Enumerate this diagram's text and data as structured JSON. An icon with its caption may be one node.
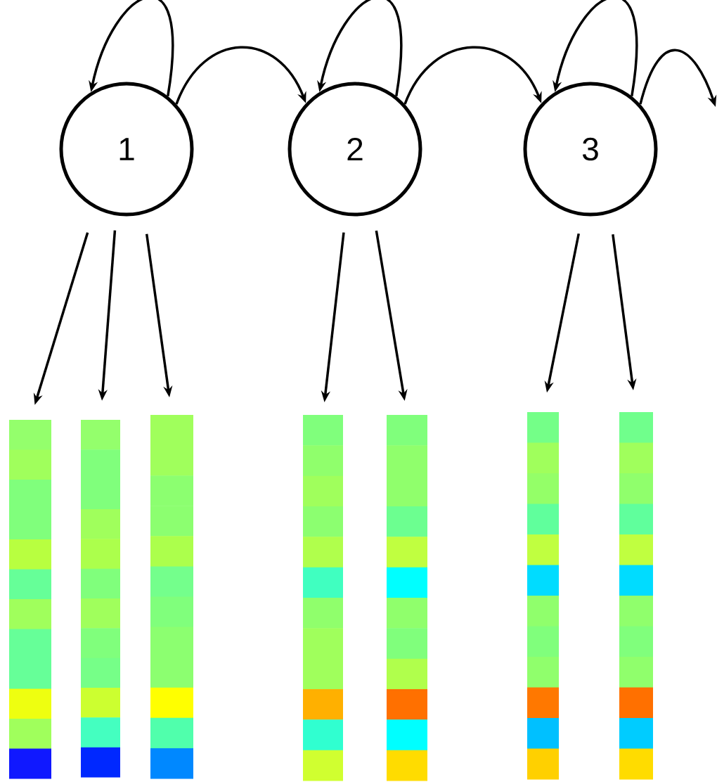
{
  "diagram": {
    "nodes": [
      {
        "text": [
          "1"
        ]
      },
      {
        "text": [
          "2"
        ]
      },
      {
        "text": [
          "3"
        ]
      },
      {
        "text": [],
        "shape": "bar"
      },
      {
        "text": [],
        "shape": "bar"
      },
      {
        "text": [],
        "shape": "bar"
      },
      {
        "text": [],
        "shape": "bar"
      },
      {
        "text": [],
        "shape": "bar"
      },
      {
        "text": [],
        "shape": "bar"
      },
      {
        "text": [],
        "shape": "bar"
      }
    ],
    "edges": [
      {
        "from": 0,
        "to": 0,
        "arrow": "to"
      },
      {
        "from": 0,
        "to": 1,
        "arrow": "to"
      },
      {
        "from": 1,
        "to": 1,
        "arrow": "to"
      },
      {
        "from": 1,
        "to": 2,
        "arrow": "to"
      },
      {
        "from": 2,
        "to": 2,
        "arrow": "to"
      },
      {
        "from": 2,
        "to": null,
        "arrow": "to"
      },
      {
        "from": 0,
        "to": 3,
        "arrow": "to"
      },
      {
        "from": 0,
        "to": 4,
        "arrow": "to"
      },
      {
        "from": 0,
        "to": 5,
        "arrow": "to"
      },
      {
        "from": 1,
        "to": 6,
        "arrow": "to"
      },
      {
        "from": 1,
        "to": 7,
        "arrow": "to"
      },
      {
        "from": 2,
        "to": 8,
        "arrow": "to"
      },
      {
        "from": 2,
        "to": 9,
        "arrow": "to"
      }
    ]
  }
}
